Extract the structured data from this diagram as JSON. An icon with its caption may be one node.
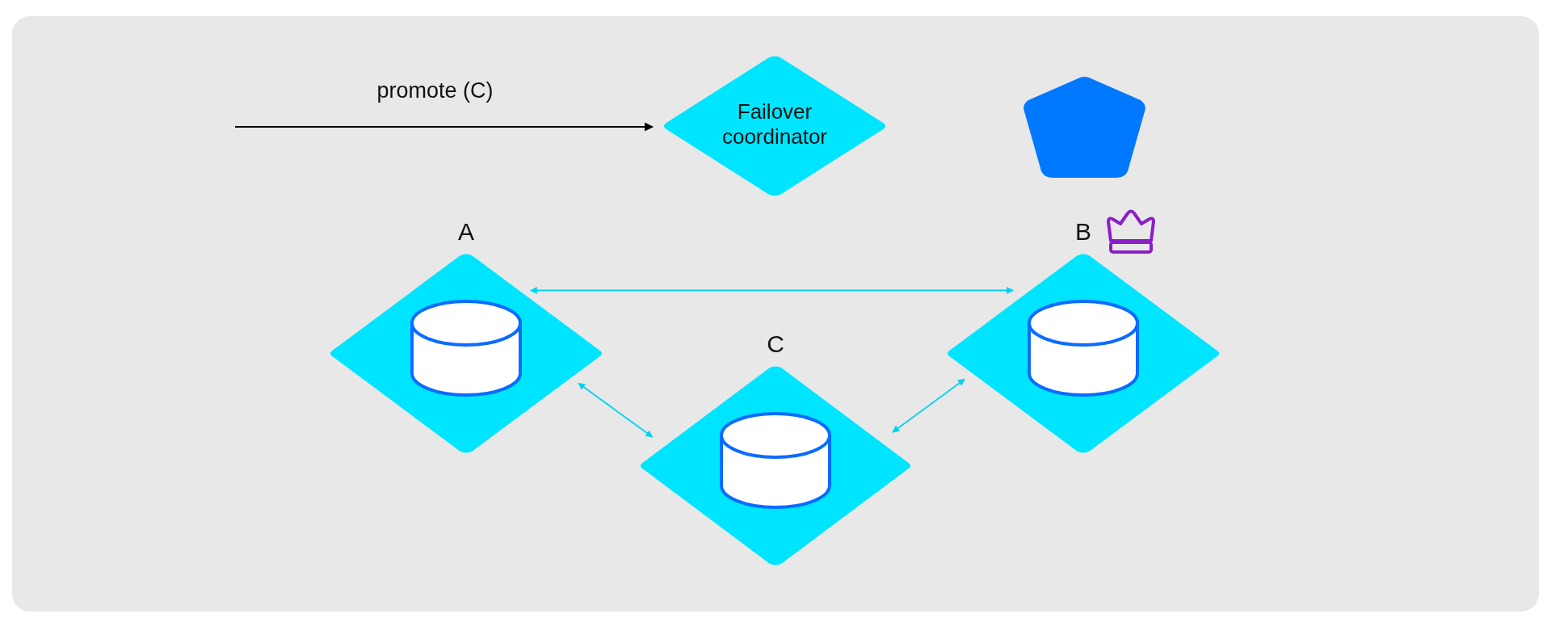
{
  "diagram": {
    "nodes": [
      {
        "text": [
          "Failover coordinator"
        ]
      },
      {
        "text": [],
        "shape": "pentagon"
      },
      {
        "text": [
          "A"
        ]
      },
      {
        "text": [
          "B"
        ]
      },
      {
        "text": [
          "C"
        ]
      }
    ],
    "edges": [
      {
        "from": null,
        "to": 0,
        "arrow": "to",
        "label": "promote (C)",
        "color": "#000000"
      },
      {
        "from": 2,
        "to": 3,
        "arrow": "both"
      },
      {
        "from": 2,
        "to": 4,
        "arrow": "both"
      },
      {
        "from": 3,
        "to": 4,
        "arrow": "both"
      }
    ]
  }
}
